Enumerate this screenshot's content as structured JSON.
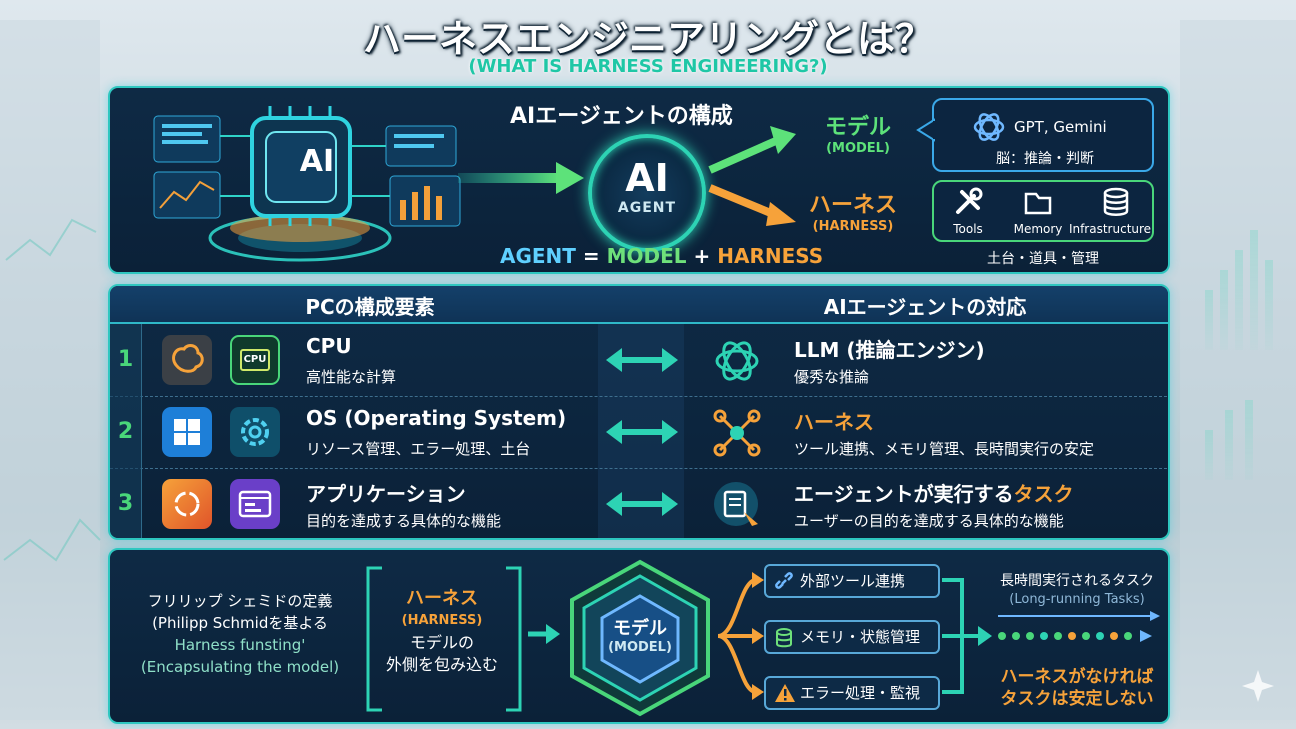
{
  "title": "ハーネスエンジニアリングとは？",
  "subtitle": "(WHAT IS HARNESS ENGINEERING?)",
  "top_panel": {
    "heading": "AIエージェントの構成",
    "illustration_label": "AI",
    "agent_circle": {
      "main": "AI",
      "label": "AGENT"
    },
    "equation": {
      "agent": "AGENT",
      "eq": "=",
      "model": "MODEL",
      "plus": "+",
      "harness": "HARNESS"
    },
    "model": {
      "label": "モデル",
      "sublabel": "(MODEL)",
      "examples": "GPT, Gemini",
      "description": "脳：推論・判断"
    },
    "harness": {
      "label": "ハーネス",
      "sublabel": "(HARNESS)",
      "tools": [
        "Tools",
        "Memory",
        "Infrastructure"
      ],
      "description": "土台・道具・管理"
    }
  },
  "comparison": {
    "left_header": "PCの構成要素",
    "right_header": "AIエージェントの対応",
    "rows": [
      {
        "number": "1",
        "left_title": "CPU",
        "left_sub": "高性能な計算",
        "right_title": "LLM (推論エンジン)",
        "right_sub": "優秀な推論",
        "icon_badge": "CPU"
      },
      {
        "number": "2",
        "left_title": "OS (Operating System)",
        "left_sub": "リソース管理、エラー処理、土台",
        "right_title": "ハーネス",
        "right_sub": "ツール連携、メモリ管理、長時間実行の安定"
      },
      {
        "number": "3",
        "left_title": "アプリケーション",
        "left_sub": "目的を達成する具体的な機能",
        "right_title_main": "エージェントが実行する",
        "right_title_accent": "タスク",
        "right_sub": "ユーザーの目的を達成する具体的な機能"
      }
    ]
  },
  "bottom_panel": {
    "definition": [
      "フリリップ シェミドの定義",
      "(Philipp Schmidを基よる",
      "Harness funsting'",
      "(Encapsulating the model)"
    ],
    "bracket": {
      "label": "ハーネス",
      "sublabel": "(HARNESS)",
      "line1": "モデルの",
      "line2": "外側を包み込む"
    },
    "core": {
      "label": "モデル",
      "sublabel": "(MODEL)"
    },
    "functions": [
      "外部ツール連携",
      "メモリ・状態管理",
      "エラー処理・監視"
    ],
    "long_running": {
      "title": "長時間実行されるタスク",
      "subtitle": "(Long-running Tasks)"
    },
    "warning": [
      "ハーネスがなければ",
      "タスクは安定しない"
    ]
  }
}
